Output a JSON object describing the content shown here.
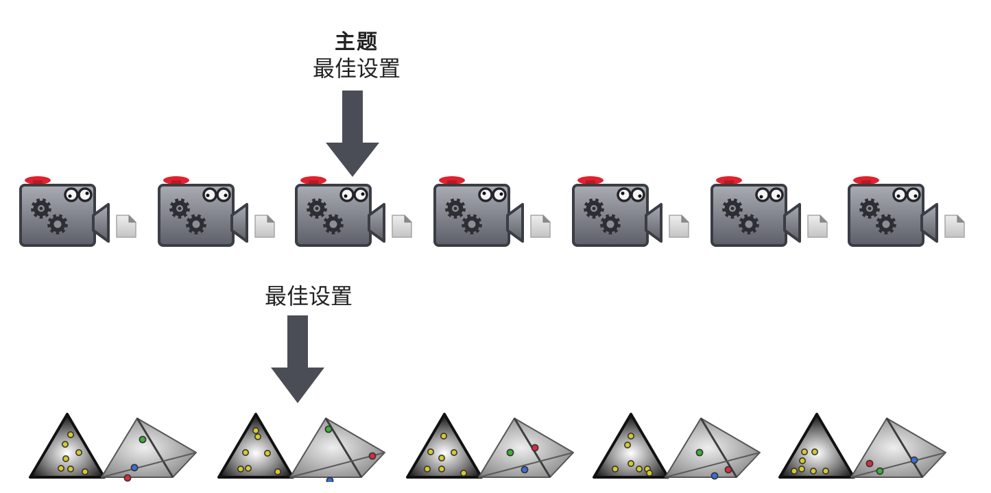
{
  "top_annotation": {
    "line1": "主题",
    "line2": "最佳设置",
    "arrow_icon": "down-arrow-icon",
    "target_camera_index": 3
  },
  "bottom_annotation": {
    "label": "最佳设置",
    "arrow_icon": "down-arrow-icon",
    "target_pair_index": 2
  },
  "colors": {
    "arrow": "#4a4d55",
    "camera_body_top": "#a9acb3",
    "camera_body_bottom": "#5c5f67",
    "camera_outline": "#3a3d44",
    "camera_button": "#e0212e",
    "gear": "#2c2e33",
    "document": "#d8d8d8",
    "dot_yellow": "#d6c92a",
    "dot_green": "#3fae3a",
    "dot_blue": "#3a6fd6",
    "dot_red": "#d92b3f"
  },
  "cameras": [
    {
      "id": 1,
      "icon": "camera-icon",
      "attachment_icon": "document-icon"
    },
    {
      "id": 2,
      "icon": "camera-icon",
      "attachment_icon": "document-icon"
    },
    {
      "id": 3,
      "icon": "camera-icon",
      "attachment_icon": "document-icon",
      "highlighted": true
    },
    {
      "id": 4,
      "icon": "camera-icon",
      "attachment_icon": "document-icon"
    },
    {
      "id": 5,
      "icon": "camera-icon",
      "attachment_icon": "document-icon"
    },
    {
      "id": 6,
      "icon": "camera-icon",
      "attachment_icon": "document-icon"
    },
    {
      "id": 7,
      "icon": "camera-icon",
      "attachment_icon": "document-icon"
    }
  ],
  "pairs": [
    {
      "id": 1,
      "triangle_icon": "triangle-icon",
      "tetrahedron_icon": "tetrahedron-icon",
      "triangle_dot_count": 7,
      "tetra_dots": [
        "green",
        "blue",
        "red"
      ]
    },
    {
      "id": 2,
      "triangle_icon": "triangle-icon",
      "tetrahedron_icon": "tetrahedron-icon",
      "triangle_dot_count": 7,
      "tetra_dots": [
        "green",
        "red",
        "blue"
      ],
      "highlighted": true
    },
    {
      "id": 3,
      "triangle_icon": "triangle-icon",
      "tetrahedron_icon": "tetrahedron-icon",
      "triangle_dot_count": 7,
      "tetra_dots": [
        "green",
        "red",
        "blue"
      ]
    },
    {
      "id": 4,
      "triangle_icon": "triangle-icon",
      "tetrahedron_icon": "tetrahedron-icon",
      "triangle_dot_count": 7,
      "tetra_dots": [
        "green",
        "red",
        "blue"
      ]
    },
    {
      "id": 5,
      "triangle_icon": "triangle-icon",
      "tetrahedron_icon": "tetrahedron-icon",
      "triangle_dot_count": 7,
      "tetra_dots": [
        "red",
        "green",
        "blue"
      ]
    }
  ]
}
